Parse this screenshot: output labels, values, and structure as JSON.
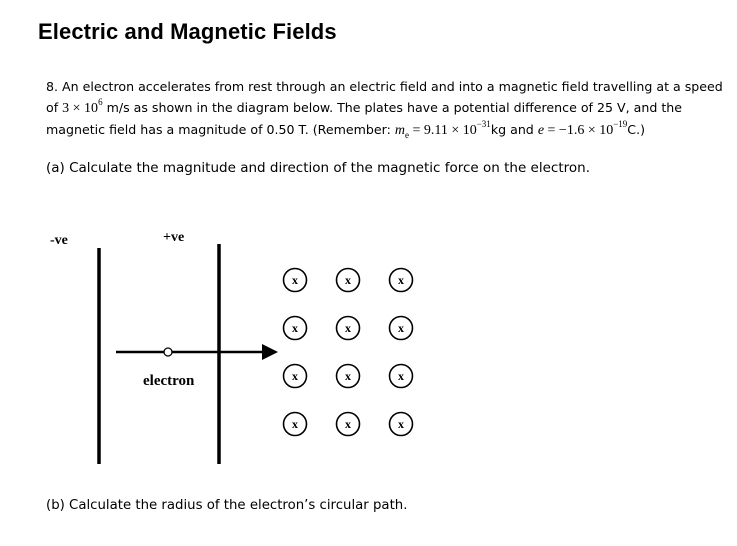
{
  "page": {
    "title": "Electric and Magnetic Fields"
  },
  "question": {
    "line1": "8. An electron accelerates from rest through an electric field and into a magnetic field travelling at a speed",
    "line2_prefix": "of ",
    "speed_value": "3 × 10",
    "speed_exponent": "6",
    "line2_suffix": " m/s as shown in the diagram below. The plates have a potential difference of 25 V, and the",
    "line3_prefix": "magnetic field has a magnitude of 0.50 T. (Remember: ",
    "mass_symbol": "m",
    "mass_subscript": "e",
    "mass_value": " = 9.11 × 10",
    "mass_exponent": "−31",
    "mass_unit": "kg and ",
    "charge_symbol": "e",
    "charge_value": " = −1.6 × 10",
    "charge_exponent": "−19",
    "charge_unit": "C.)"
  },
  "parts": {
    "a": "(a) Calculate the magnitude and direction of the magnetic force on the electron.",
    "b": "(b) Calculate the radius of the electron’s circular path."
  },
  "diagram": {
    "neg_plate_label": "-ve",
    "pos_plate_label": "+ve",
    "particle_label": "electron",
    "field_symbol": "x",
    "field_grid": {
      "rows": 4,
      "cols": 3,
      "meaning": "magnetic field into the page"
    }
  }
}
